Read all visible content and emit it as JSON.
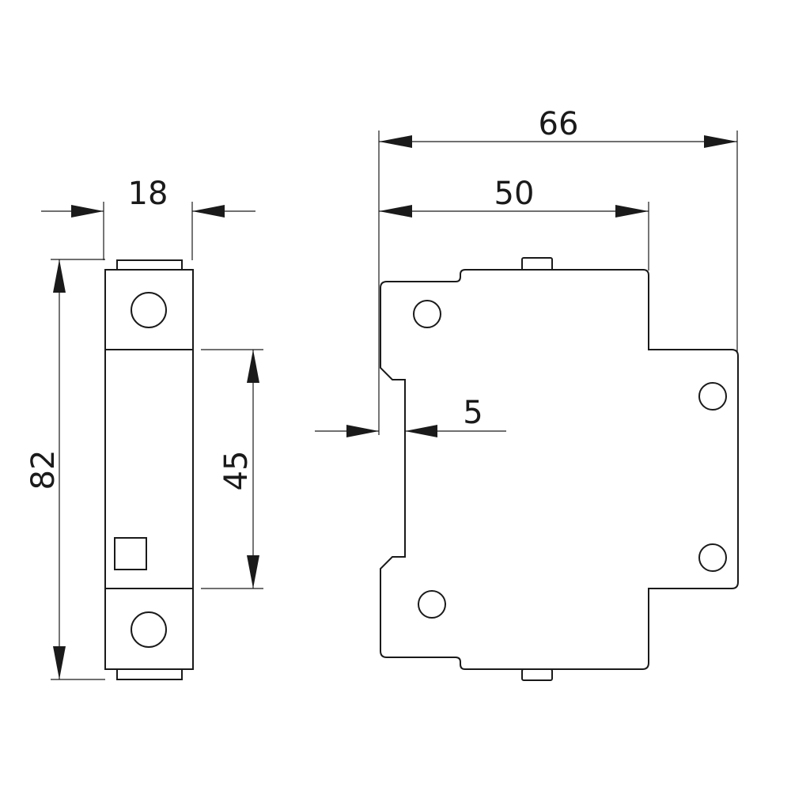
{
  "dimensions": {
    "front_width": "18",
    "front_height": "82",
    "front_window": "45",
    "side_width_total": "66",
    "side_width_body": "50",
    "side_rail_offset": "5"
  },
  "colors": {
    "stroke": "#1a1a1a",
    "background": "#ffffff"
  }
}
